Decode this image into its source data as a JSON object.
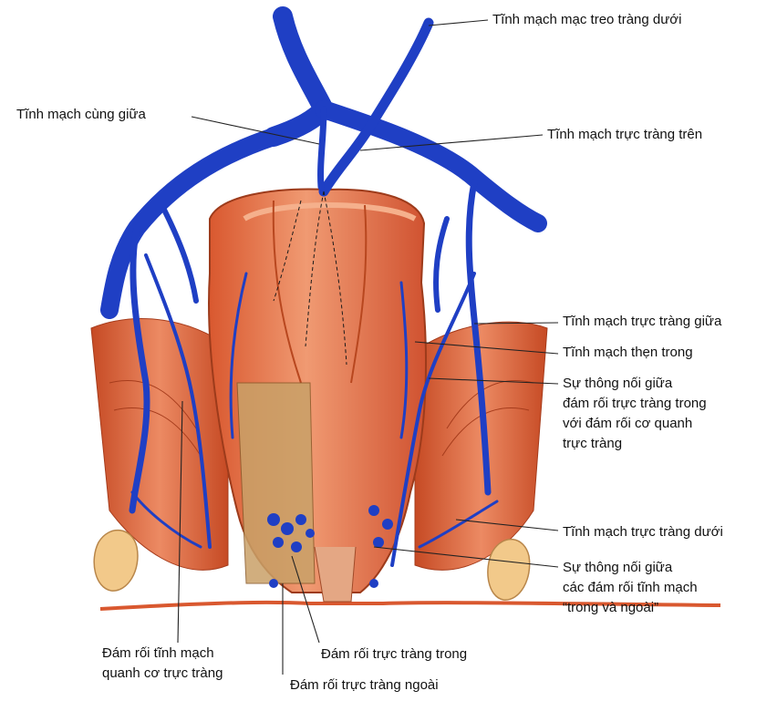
{
  "labels": {
    "inferior_mesenteric_vein": "Tĩnh mạch mạc treo tràng dưới",
    "median_sacral_vein": "Tĩnh mạch cùng giữa",
    "superior_rectal_vein": "Tĩnh mạch trực tràng trên",
    "middle_rectal_vein": "Tĩnh mạch trực tràng giữa",
    "internal_pudendal_vein": "Tĩnh mạch thẹn trong",
    "anastomosis_internal_perimuscular": [
      "Sự thông nối giữa",
      "đám rối trực tràng trong",
      "với đám rối cơ quanh",
      "trực tràng"
    ],
    "inferior_rectal_vein": "Tĩnh mạch trực tràng dưới",
    "anastomosis_venous_plexuses": [
      "Sự thông nối giữa",
      "các đám rối tĩnh mạch",
      "“trong và ngoài”"
    ],
    "perimuscular_venous_plexus": [
      "Đám rối tĩnh mạch",
      "quanh cơ trực tràng"
    ],
    "internal_rectal_plexus": "Đám rối trực tràng trong",
    "external_rectal_plexus": "Đám rối trực tràng ngoài"
  },
  "colors": {
    "vein": "#1f3fc4",
    "vein_dark": "#12257f",
    "muscle": "#d9582f",
    "muscle_light": "#ec8a63",
    "mucosa": "#e06a40",
    "bone": "#f2c98a",
    "leader_line": "#222222"
  }
}
